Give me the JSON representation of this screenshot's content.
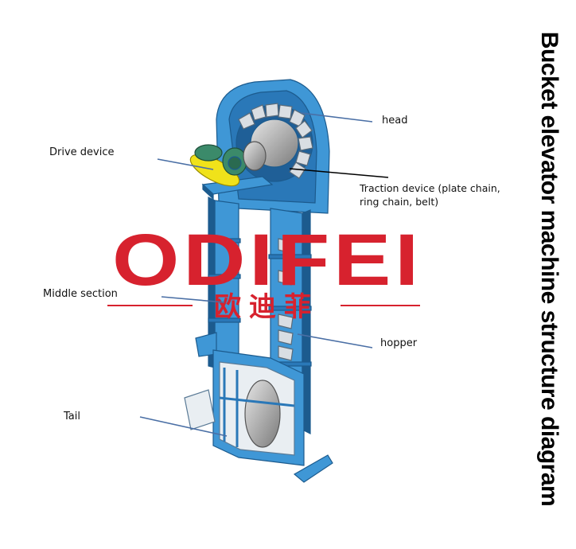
{
  "title": "Bucket elevator machine structure diagram",
  "labels": {
    "head": "head",
    "drive_device": "Drive device",
    "traction_device": "Traction device (plate chain, ring chain, belt)",
    "middle_section": "Middle section",
    "hopper": "hopper",
    "tail": "Tail"
  },
  "watermark": {
    "brand": "ODIFEI",
    "chinese": "欧迪菲",
    "color": "#d7222e"
  },
  "colors": {
    "machine_blue": "#3f97d6",
    "machine_dark": "#1c5b8e",
    "drive_yellow": "#f0e21a",
    "motor_green": "#3b8a6a",
    "leader_line": "#4a6fa5"
  }
}
